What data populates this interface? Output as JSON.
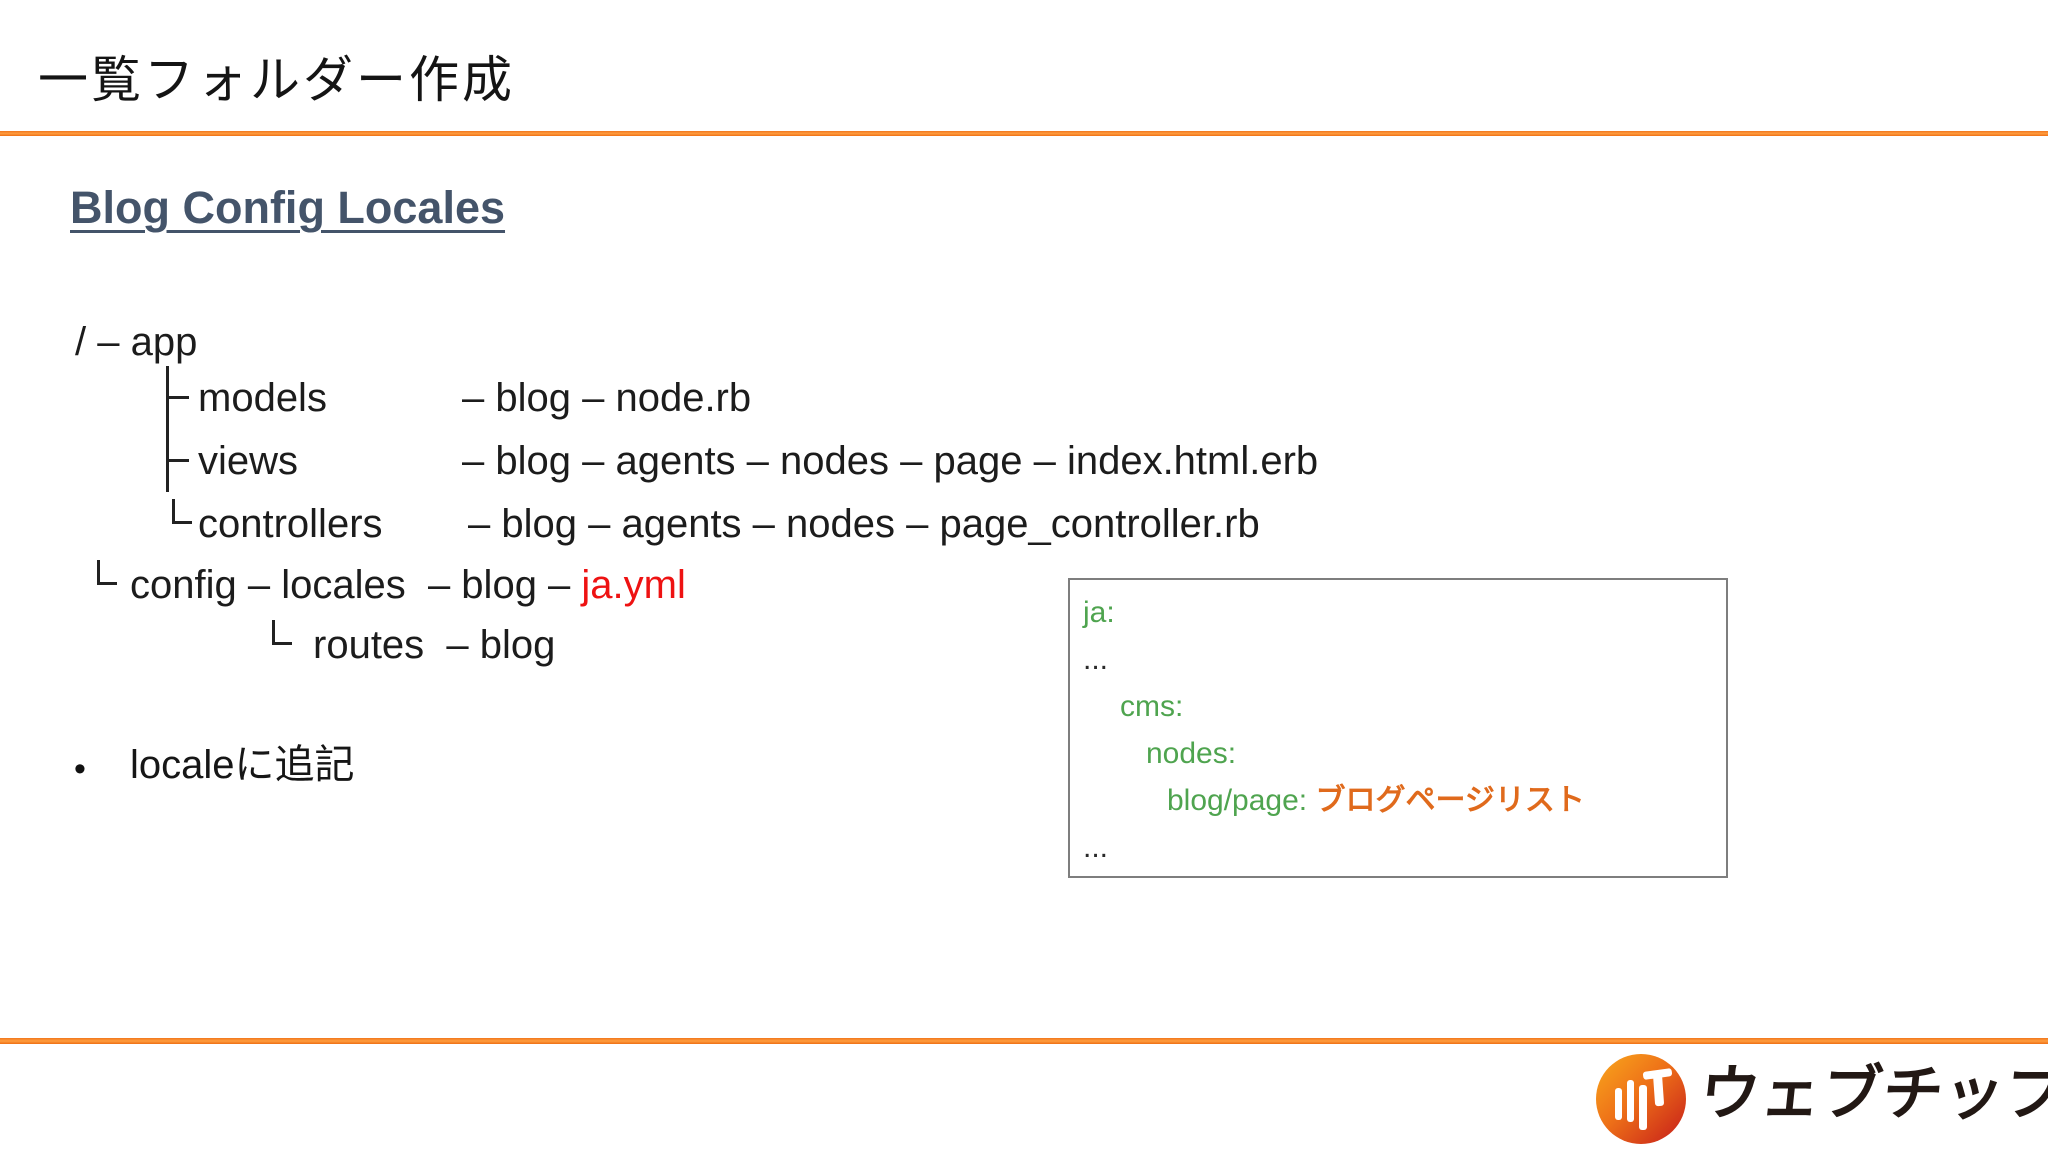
{
  "slide": {
    "title": "一覧フォルダー作成",
    "section_heading": "Blog Config Locales"
  },
  "tree": {
    "root": "/ – app",
    "branches": [
      {
        "label": "models",
        "path": "– blog – node.rb"
      },
      {
        "label": "views",
        "path": "– blog – agents – nodes – page – index.html.erb"
      },
      {
        "label": "controllers",
        "path": "– blog – agents – nodes – page_controller.rb"
      }
    ],
    "config_row": {
      "prefix": "config – locales  – blog – ",
      "highlight": "ja.yml"
    },
    "routes_row": "routes  – blog"
  },
  "bullets": [
    {
      "marker": "•",
      "text": "localeに追記"
    }
  ],
  "code_box": {
    "lines": [
      {
        "text": "ja:"
      },
      {
        "text": "..."
      },
      {
        "text": "cms:"
      },
      {
        "text": "nodes:"
      },
      {
        "key": "blog/page: ",
        "value": "ブログページリスト"
      },
      {
        "text": "..."
      }
    ]
  },
  "footer": {
    "logo_text": "ウェブチップス",
    "logo_icon": "webchips-circle-icon"
  },
  "colors": {
    "accent_orange": "#F0761D",
    "heading_blue_gray": "#44546A",
    "highlight_red": "#EE1212",
    "code_green": "#4FA44F",
    "code_value_orange": "#E06A1C",
    "logo_gradient_start": "#F8A21C",
    "logo_gradient_end": "#C9231A"
  }
}
